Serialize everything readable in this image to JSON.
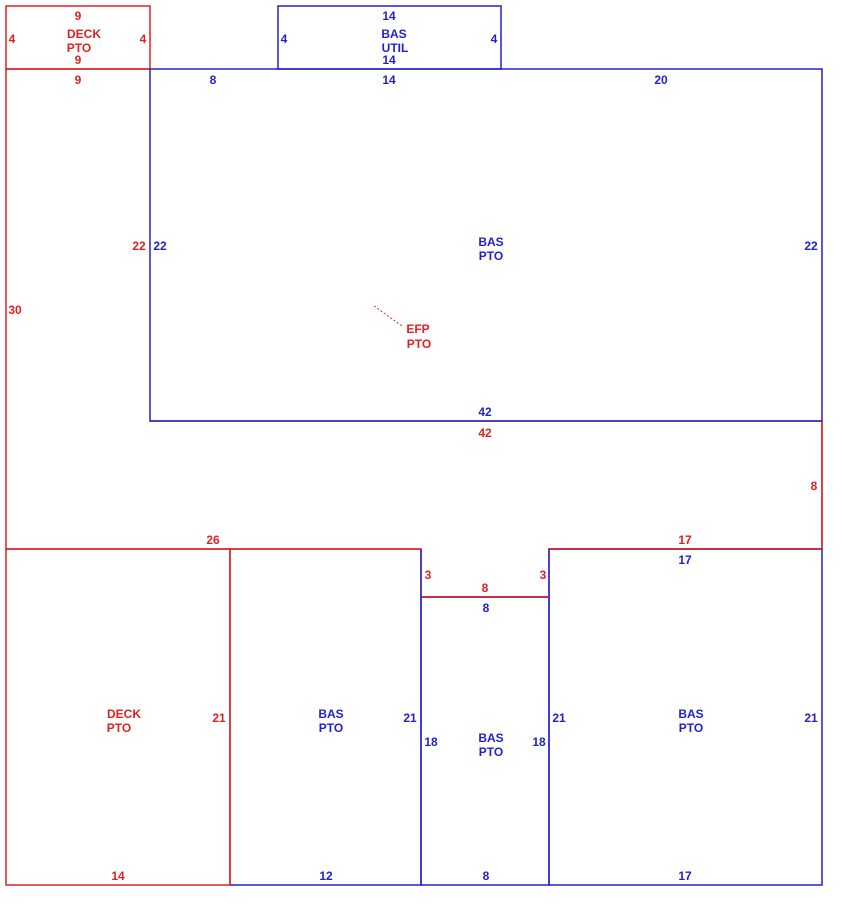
{
  "colors": {
    "red": "#dd2222",
    "blue": "#2222cc"
  },
  "labels": {
    "deck_top": {
      "name": [
        "DECK",
        "PTO"
      ],
      "dims": [
        "9",
        "4",
        "4",
        "9"
      ]
    },
    "bas_util": {
      "name": [
        "BAS",
        "UTIL"
      ],
      "dims": [
        "14",
        "4",
        "4",
        "14"
      ]
    },
    "bas_main": {
      "name": [
        "BAS",
        "PTO"
      ],
      "dims": [
        "8",
        "14",
        "20",
        "22",
        "22",
        "42"
      ]
    },
    "efp": {
      "name": [
        "EFP",
        "PTO"
      ],
      "dims": [
        "9",
        "22",
        "30",
        "42",
        "8",
        "26",
        "17",
        "3",
        "8",
        "3"
      ]
    },
    "deck_bottom": {
      "name": [
        "DECK",
        "PTO"
      ],
      "dims": [
        "21",
        "14"
      ]
    },
    "bas_left": {
      "name": [
        "BAS",
        "PTO"
      ],
      "dims": [
        "21",
        "12"
      ]
    },
    "bas_center": {
      "name": [
        "BAS",
        "PTO"
      ],
      "dims": [
        "8",
        "18",
        "18",
        "8"
      ]
    },
    "bas_right": {
      "name": [
        "BAS",
        "PTO"
      ],
      "dims": [
        "17",
        "21",
        "21",
        "17"
      ]
    }
  }
}
